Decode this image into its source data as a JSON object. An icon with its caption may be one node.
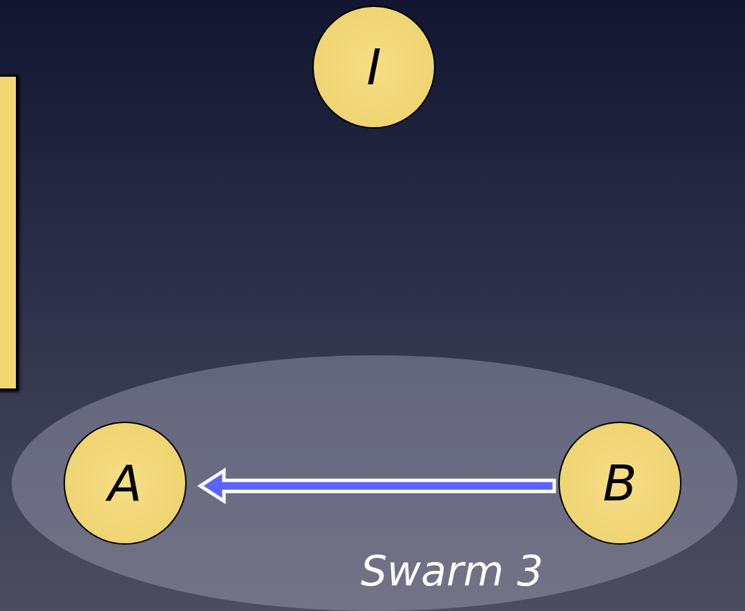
{
  "diagram": {
    "nodes": [
      {
        "text": [
          "I"
        ]
      },
      {
        "text": [],
        "shape": "box"
      },
      {
        "text": [
          "Swarm 3"
        ]
      },
      {
        "text": [
          "A"
        ],
        "in": 2
      },
      {
        "text": [
          "B"
        ],
        "in": 2
      }
    ],
    "edges": [
      {
        "from": 4,
        "to": 3,
        "arrow": "to",
        "style": "thick"
      }
    ]
  }
}
